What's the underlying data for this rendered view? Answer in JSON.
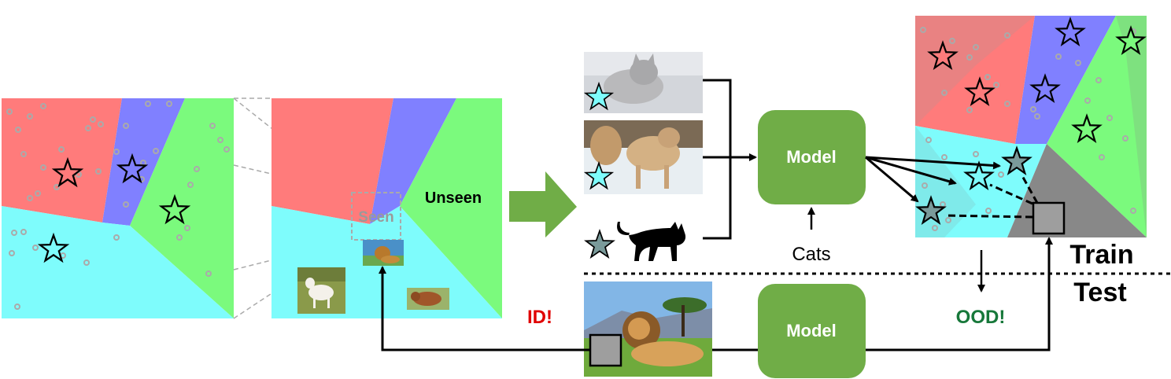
{
  "labels": {
    "unseen": "Unseen",
    "seen": "Seen",
    "id": "ID!",
    "ood": "OOD!",
    "cats": "Cats",
    "train": "Train",
    "test": "Test"
  },
  "model_boxes": [
    {
      "label": "Model"
    },
    {
      "label": "Model"
    }
  ],
  "colors": {
    "red_region": "#ff7b7b",
    "blue_region": "#8080ff",
    "green_region": "#7bfa7d",
    "cyan_region": "#7efcfc",
    "model_fill": "#70ad47",
    "arrow_fill": "#70ad47",
    "id_text": "#e00000",
    "ood_text": "#17783a",
    "seen_text": "#9a9a9a",
    "ood_square": "#9e9e9e"
  },
  "images": [
    {
      "name": "kitten-photo",
      "star_color": "cyan"
    },
    {
      "name": "lynx-photo",
      "star_color": "cyan"
    },
    {
      "name": "cat-silhouette",
      "star_color": "gray"
    },
    {
      "name": "lion-photo",
      "star_color": "none"
    },
    {
      "name": "goat-photo"
    },
    {
      "name": "cow-photo"
    },
    {
      "name": "lion-thumbnail"
    }
  ]
}
